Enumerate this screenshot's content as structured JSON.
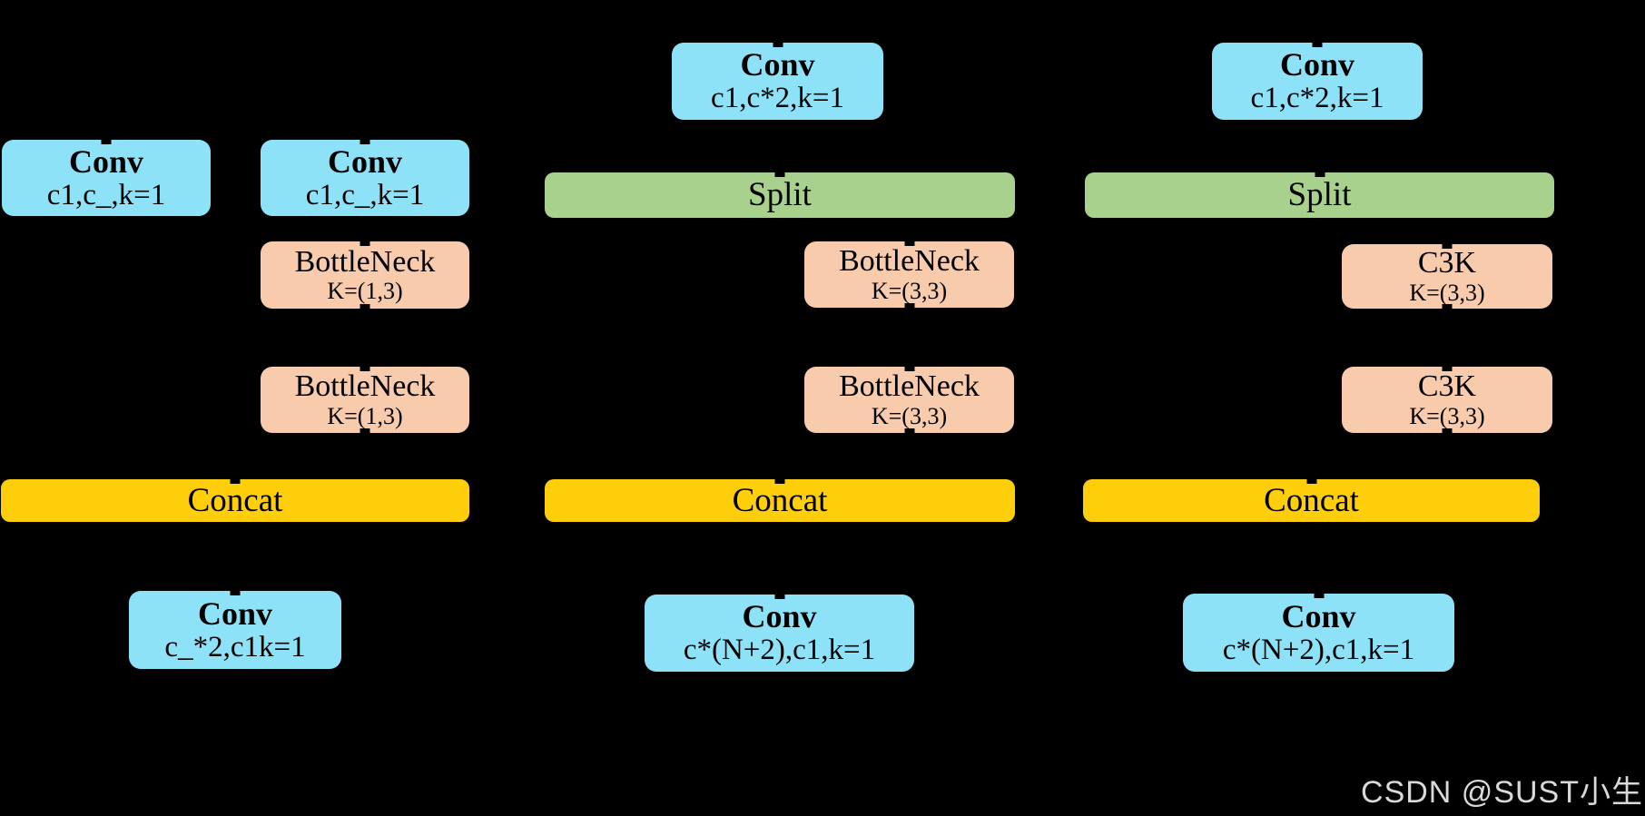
{
  "colors": {
    "background": "#000000",
    "conv": "#8EE2F7",
    "split": "#A9D18E",
    "neck": "#F8CBAD",
    "concat": "#FFCE0A",
    "text": "#000000",
    "watermark": "#D9D9D9"
  },
  "modules": {
    "c3": {
      "conv_in_left": {
        "title": "Conv",
        "params": "c1,c_,k=1"
      },
      "conv_in_right": {
        "title": "Conv",
        "params": "c1,c_,k=1"
      },
      "bottleneck_1": {
        "title": "BottleNeck",
        "params": "K=(1,3)"
      },
      "bottleneck_2": {
        "title": "BottleNeck",
        "params": "K=(1,3)"
      },
      "concat": {
        "label": "Concat"
      },
      "conv_out": {
        "title": "Conv",
        "params": "c_*2,c1k=1"
      }
    },
    "c2f": {
      "conv_in": {
        "title": "Conv",
        "params": "c1,c*2,k=1"
      },
      "split": {
        "label": "Split"
      },
      "bottleneck_1": {
        "title": "BottleNeck",
        "params": "K=(3,3)"
      },
      "bottleneck_2": {
        "title": "BottleNeck",
        "params": "K=(3,3)"
      },
      "concat": {
        "label": "Concat"
      },
      "conv_out": {
        "title": "Conv",
        "params": "c*(N+2),c1,k=1"
      }
    },
    "c3k2": {
      "conv_in": {
        "title": "Conv",
        "params": "c1,c*2,k=1"
      },
      "split": {
        "label": "Split"
      },
      "c3k_1": {
        "title": "C3K",
        "params": "K=(3,3)"
      },
      "c3k_2": {
        "title": "C3K",
        "params": "K=(3,3)"
      },
      "concat": {
        "label": "Concat"
      },
      "conv_out": {
        "title": "Conv",
        "params": "c*(N+2),c1,k=1"
      }
    }
  },
  "watermark": {
    "text": "CSDN @SUST小生"
  }
}
